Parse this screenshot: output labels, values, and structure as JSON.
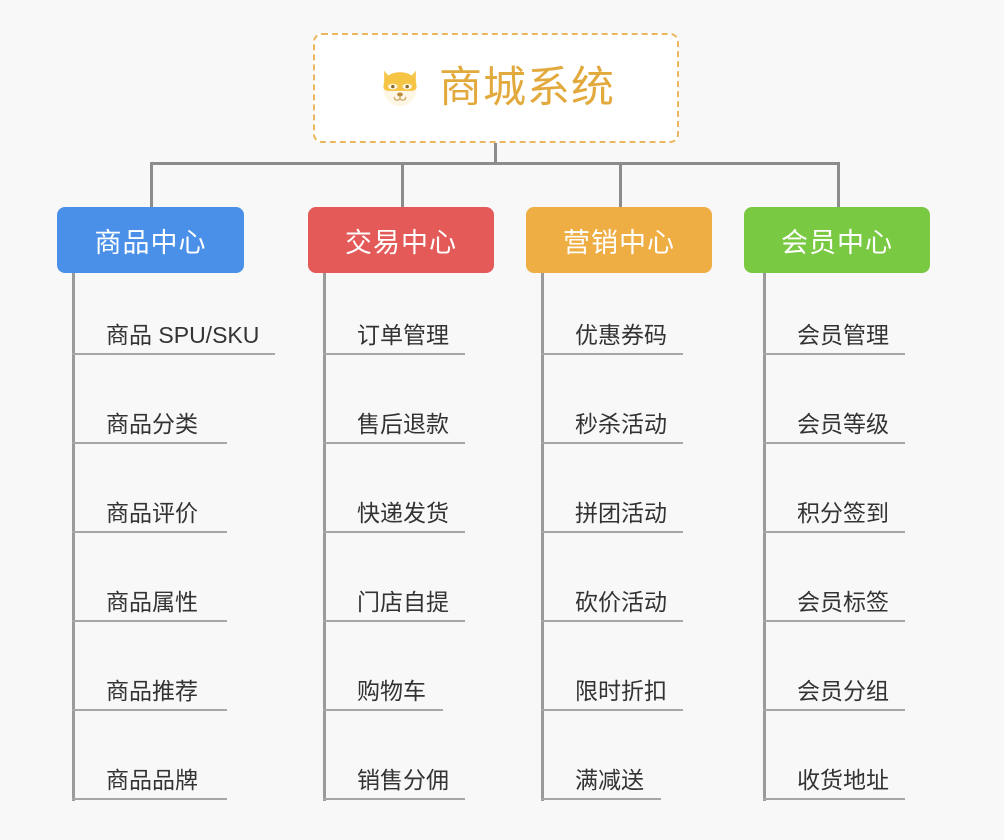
{
  "page": {
    "background_color": "#f8f8f8",
    "type": "mindmap-org-chart"
  },
  "root": {
    "title": "商城系统",
    "icon": "shiba-dog-face-icon",
    "border_color": "#eab65e",
    "text_color": "#e2a93d",
    "background_color": "#ffffff"
  },
  "branches": [
    {
      "label": "商品中心",
      "color": "#4a90e8",
      "items": [
        "商品 SPU/SKU",
        "商品分类",
        "商品评价",
        "商品属性",
        "商品推荐",
        "商品品牌"
      ]
    },
    {
      "label": "交易中心",
      "color": "#e35a58",
      "items": [
        "订单管理",
        "售后退款",
        "快递发货",
        "门店自提",
        "购物车",
        "销售分佣"
      ]
    },
    {
      "label": "营销中心",
      "color": "#eeae43",
      "items": [
        "优惠券码",
        "秒杀活动",
        "拼团活动",
        "砍价活动",
        "限时折扣",
        "满减送"
      ]
    },
    {
      "label": "会员中心",
      "color": "#7ac943",
      "items": [
        "会员管理",
        "会员等级",
        "积分签到",
        "会员标签",
        "会员分组",
        "收货地址"
      ]
    }
  ],
  "connector": {
    "color": "#8c8c8c",
    "leaf_line_color": "#9a9a9a",
    "underline_color": "#a6a6a6"
  }
}
